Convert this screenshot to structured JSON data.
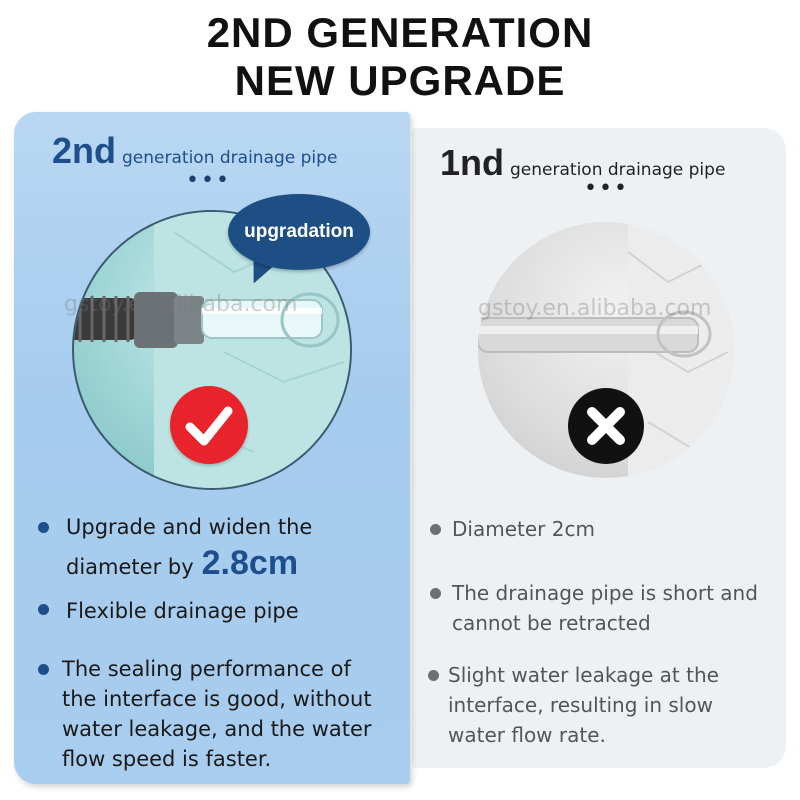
{
  "headline": {
    "line1": "2ND GENERATION",
    "line2": "NEW UPGRADE"
  },
  "left_panel": {
    "title_big": "2nd",
    "title_small": "generation drainage pipe",
    "dots": "•••",
    "bubble_label": "upgradation",
    "watermark": "gstoy.en.alibaba.com",
    "status_icon": "check-icon",
    "items": [
      {
        "line1": "Upgrade and widen the",
        "line2_prefix": "diameter by",
        "line2_highlight": "2.8cm"
      },
      {
        "line1": "Flexible drainage pipe"
      },
      {
        "line1": "The sealing performance of",
        "line2": "the interface is good, without",
        "line3": "water leakage, and the water",
        "line4": "flow speed is faster."
      }
    ]
  },
  "right_panel": {
    "title_big": "1nd",
    "title_small": "generation drainage pipe",
    "dots": "•••",
    "watermark": "gstoy.en.alibaba.com",
    "status_icon": "cross-icon",
    "items": [
      {
        "line1": "Diameter 2cm"
      },
      {
        "line1": "The drainage pipe is short and",
        "line2": "cannot be retracted"
      },
      {
        "line1": "Slight water leakage at the",
        "line2": "interface, resulting in slow",
        "line3": "water flow rate."
      }
    ]
  },
  "colors": {
    "left_panel_bg": "#a9cdee",
    "right_panel_bg": "#eef1f3",
    "accent_blue": "#1e4f8c",
    "check_red": "#e8232b",
    "cross_black": "#111111"
  }
}
